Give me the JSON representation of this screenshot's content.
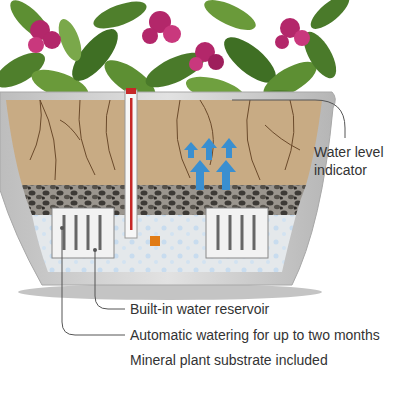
{
  "diagram": {
    "labels": [
      "Water level indicator",
      "Built-in water reservoir",
      "Automatic watering for up to two months",
      "Mineral plant substrate included"
    ]
  }
}
